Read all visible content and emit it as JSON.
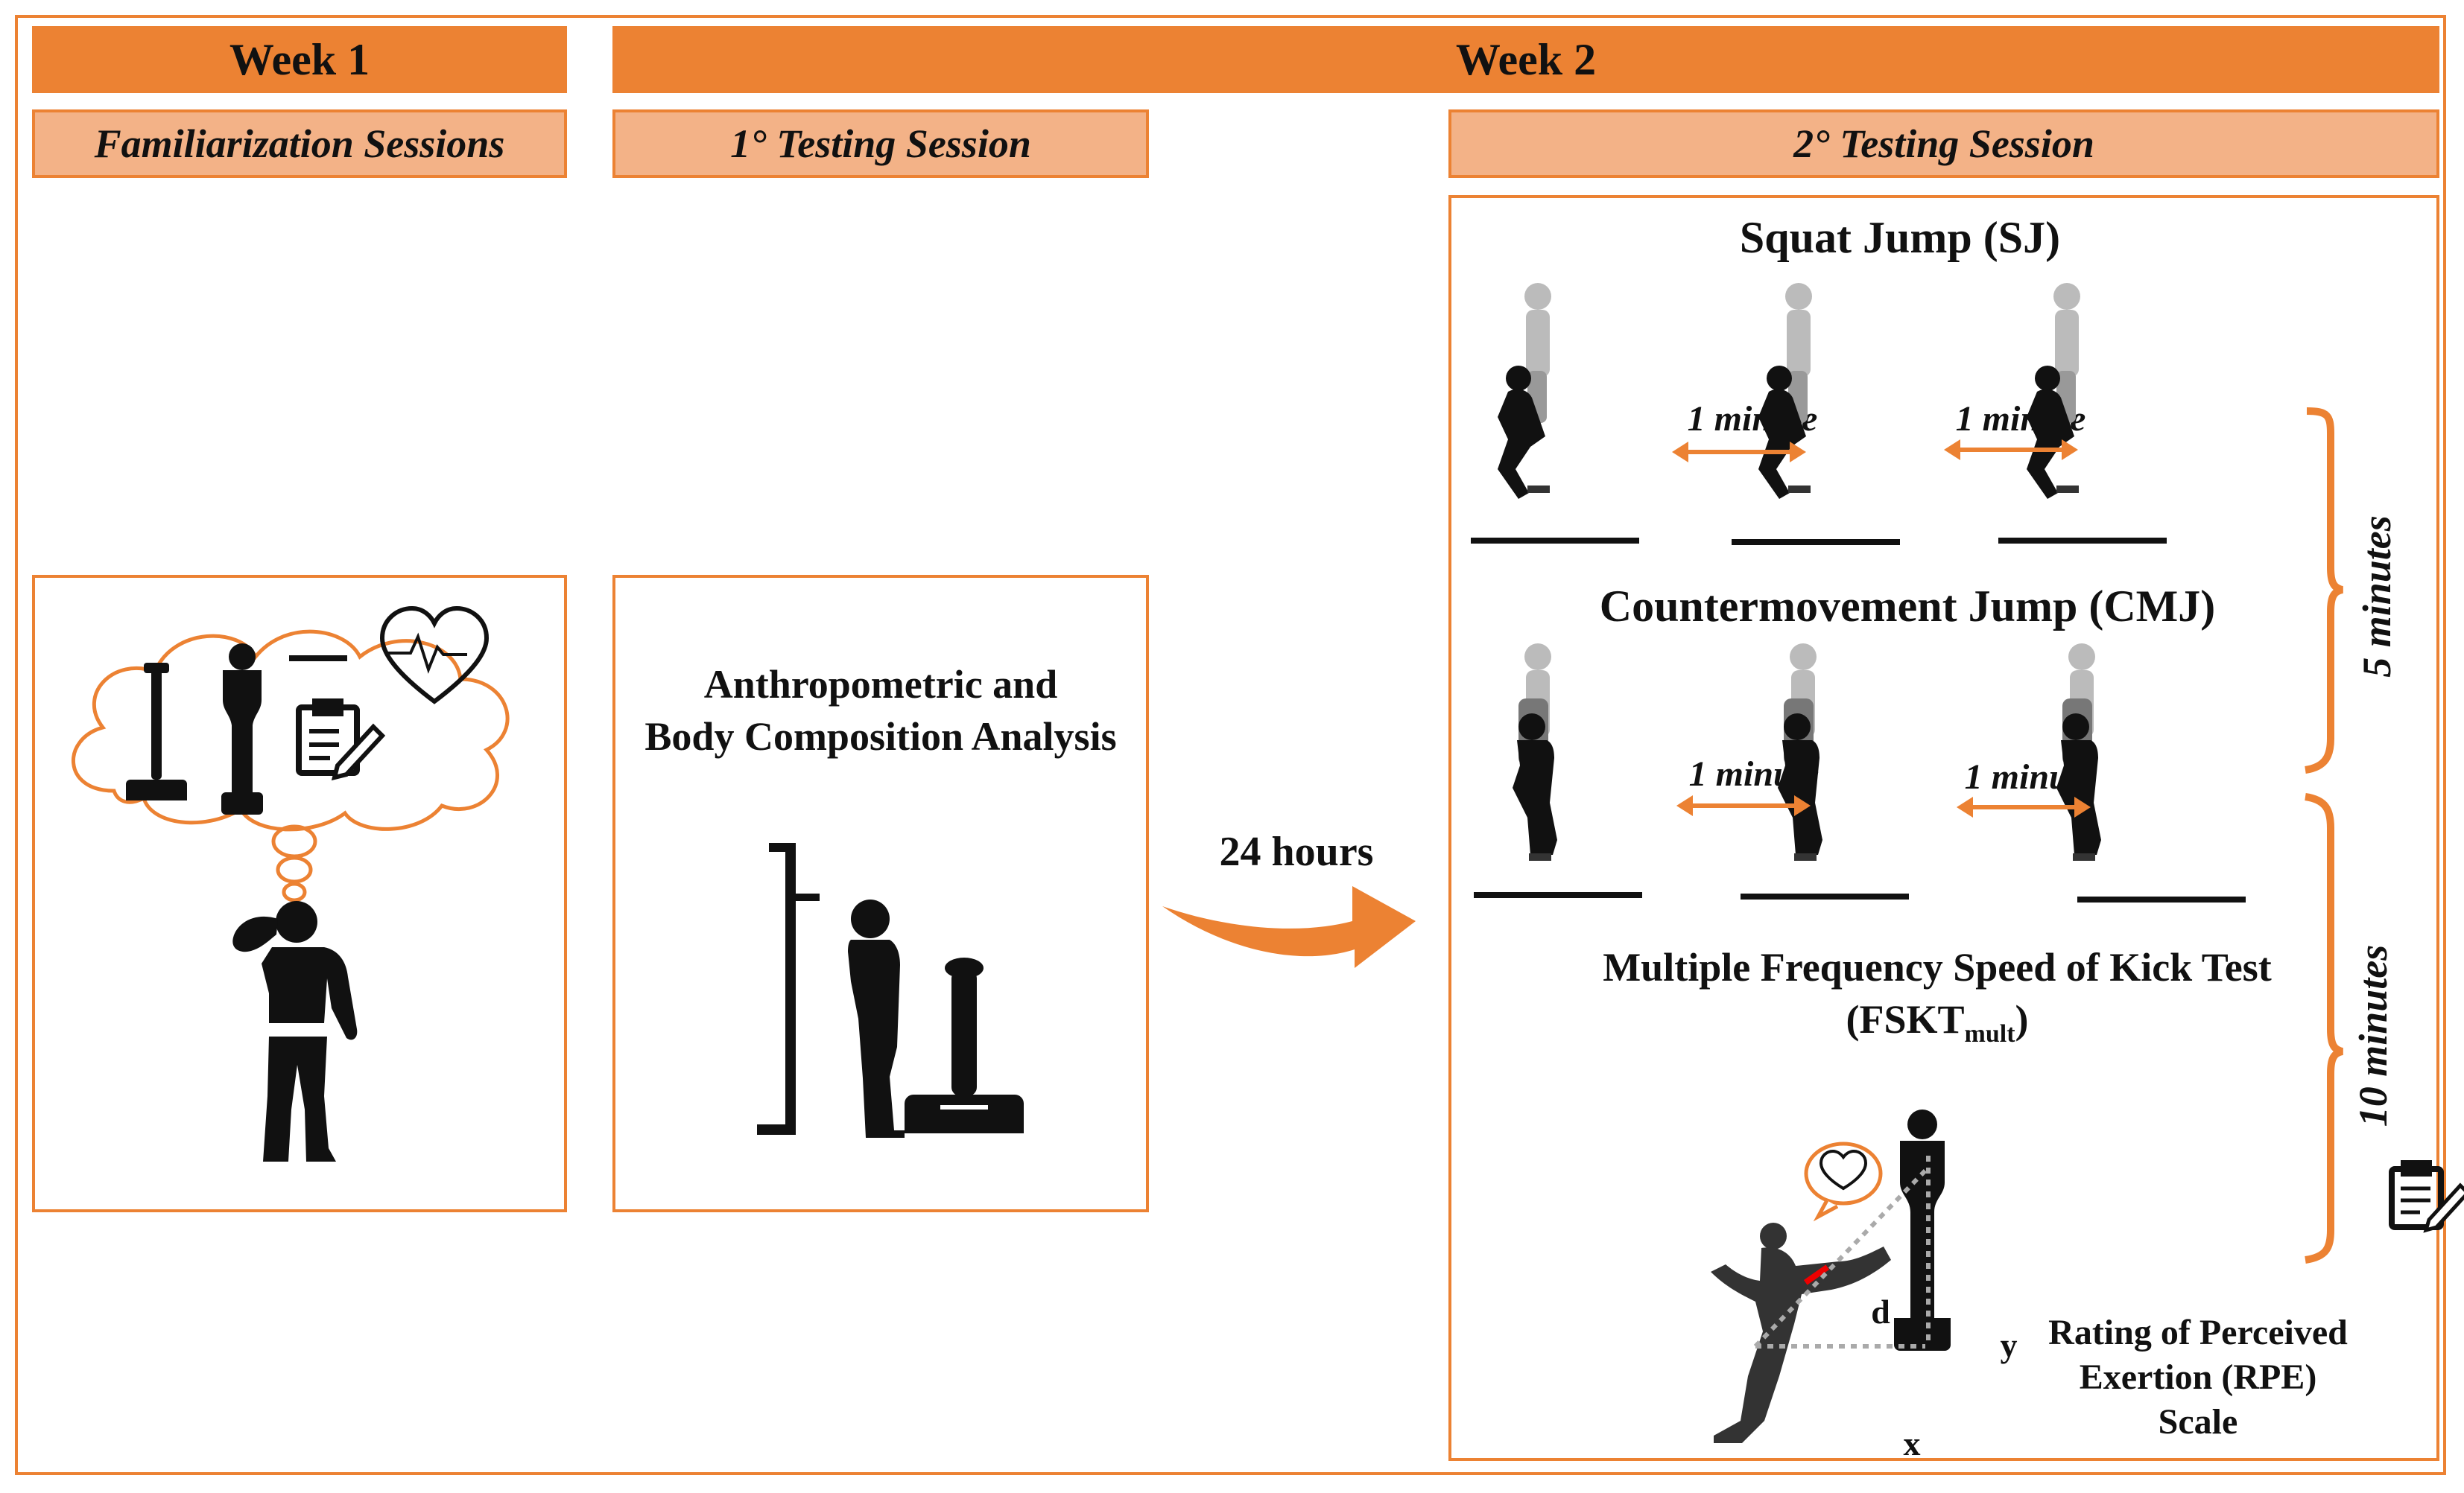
{
  "header": {
    "week1": "Week 1",
    "week2": "Week 2"
  },
  "sessions": {
    "familiarization": "Familiarization Sessions",
    "testing1": "1° Testing Session",
    "testing2": "2° Testing Session"
  },
  "testing1_panel": {
    "title_line1": "Anthropometric and",
    "title_line2": "Body Composition Analysis"
  },
  "transition": {
    "label": "24 hours"
  },
  "testing2_panel": {
    "sj_title": "Squat Jump (SJ)",
    "cmj_title": "Countermovement Jump (CMJ)",
    "rest_label": "1 minute",
    "fskt_line1": "Multiple Frequency Speed of Kick Test",
    "fskt_line2_open": "(FSKT",
    "fskt_line2_sub": "mult",
    "fskt_line2_close": ")",
    "interval_short": "5 minutes",
    "interval_long": "10 minutes",
    "kick_label_d": "d",
    "kick_label_x": "x",
    "kick_label_y": "y",
    "rpe_line1": "Rating of Perceived",
    "rpe_line2": "Exertion (RPE)",
    "rpe_line3": "Scale"
  },
  "colors": {
    "accent": "#ec8233",
    "accent_light": "#f3b287"
  },
  "icons": [
    "thought-cloud-icon",
    "scale-icon",
    "punching-bag-icon",
    "heartbeat-icon",
    "clipboard-icon",
    "thinking-man-icon",
    "stadiometer-icon",
    "person-standing-icon",
    "arrow-right-icon",
    "squat-jumper-icon",
    "cmj-jumper-icon",
    "double-arrow-icon",
    "brace-icon",
    "kicking-athlete-icon"
  ]
}
